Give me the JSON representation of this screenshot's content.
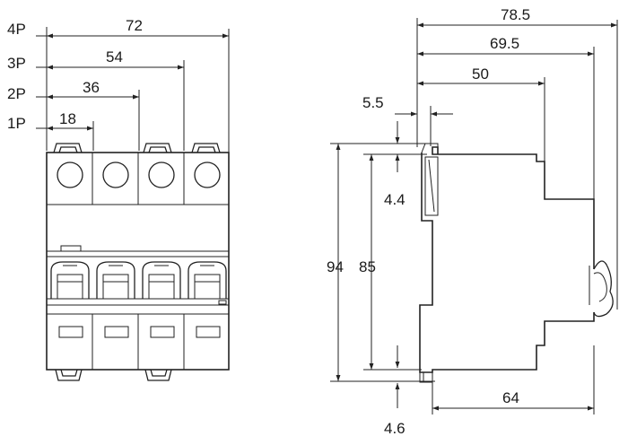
{
  "front_view": {
    "pole_labels": [
      "4P",
      "3P",
      "2P",
      "1P"
    ],
    "width_dims": [
      "72",
      "54",
      "36",
      "18"
    ]
  },
  "side_view": {
    "depth_dims": [
      "78.5",
      "69.5",
      "50"
    ],
    "rail_offset": "5.5",
    "top_offset": "4.4",
    "height_total": "94",
    "height_inner": "85",
    "depth_bottom": "64",
    "bottom_offset": "4.6"
  }
}
